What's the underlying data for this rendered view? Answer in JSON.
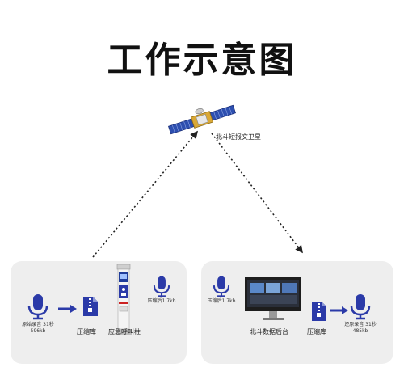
{
  "title": "工作示意图",
  "satellite": {
    "label": "北斗短报文卫星",
    "icon": "satellite-icon"
  },
  "left_panel": {
    "mic_label_line1": "原始录音 31秒",
    "mic_label_line2": "596kb",
    "zip_label": "压缩库",
    "pillar_label": "应急呼叫柱",
    "compressed_label": "压缩后1.7kb"
  },
  "right_panel": {
    "compressed_label": "压缩后1.7kb",
    "platform_label": "北斗数据后台",
    "zip_label": "压缩库",
    "restore_label_line1": "还原录音 31秒",
    "restore_label_line2": "485kb"
  },
  "colors": {
    "icon_blue": "#2b3aa8",
    "panel_bg": "#eeeeee",
    "dotted": "#222222"
  }
}
